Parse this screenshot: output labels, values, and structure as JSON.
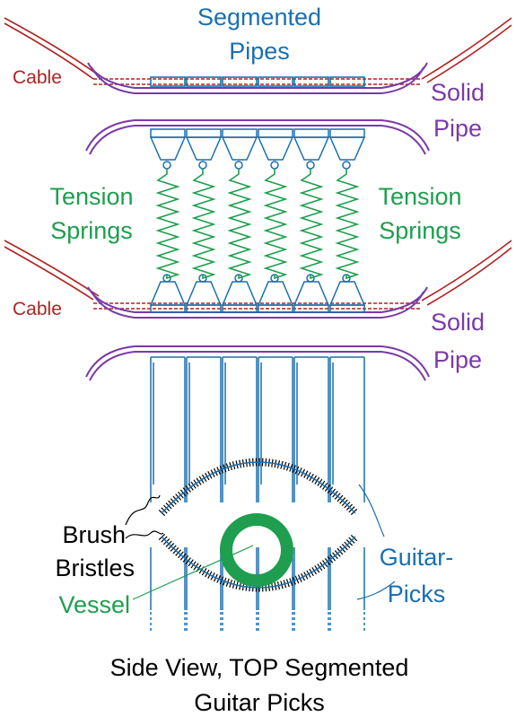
{
  "labels": {
    "segmented_pipes_line1": "Segmented",
    "segmented_pipes_line2": "Pipes",
    "cable_top": "Cable",
    "cable_mid": "Cable",
    "solid_pipe_top_line1": "Solid",
    "solid_pipe_top_line2": "Pipe",
    "solid_pipe_mid_line1": "Solid",
    "solid_pipe_mid_line2": "Pipe",
    "tension_left_line1": "Tension",
    "tension_left_line2": "Springs",
    "tension_right_line1": "Tension",
    "tension_right_line2": "Springs",
    "brush_line1": "Brush",
    "brush_line2": "Bristles",
    "vessel": "Vessel",
    "guitar_picks_line1": "Guitar-",
    "guitar_picks_line2": "Picks"
  },
  "caption": {
    "line1": "Side View, TOP Segmented",
    "line2": "Guitar Picks"
  },
  "colors": {
    "blue": "#1a6fb0",
    "purple": "#7a3aa6",
    "red": "#b02222",
    "green": "#1e9e4e",
    "black": "#000000"
  }
}
